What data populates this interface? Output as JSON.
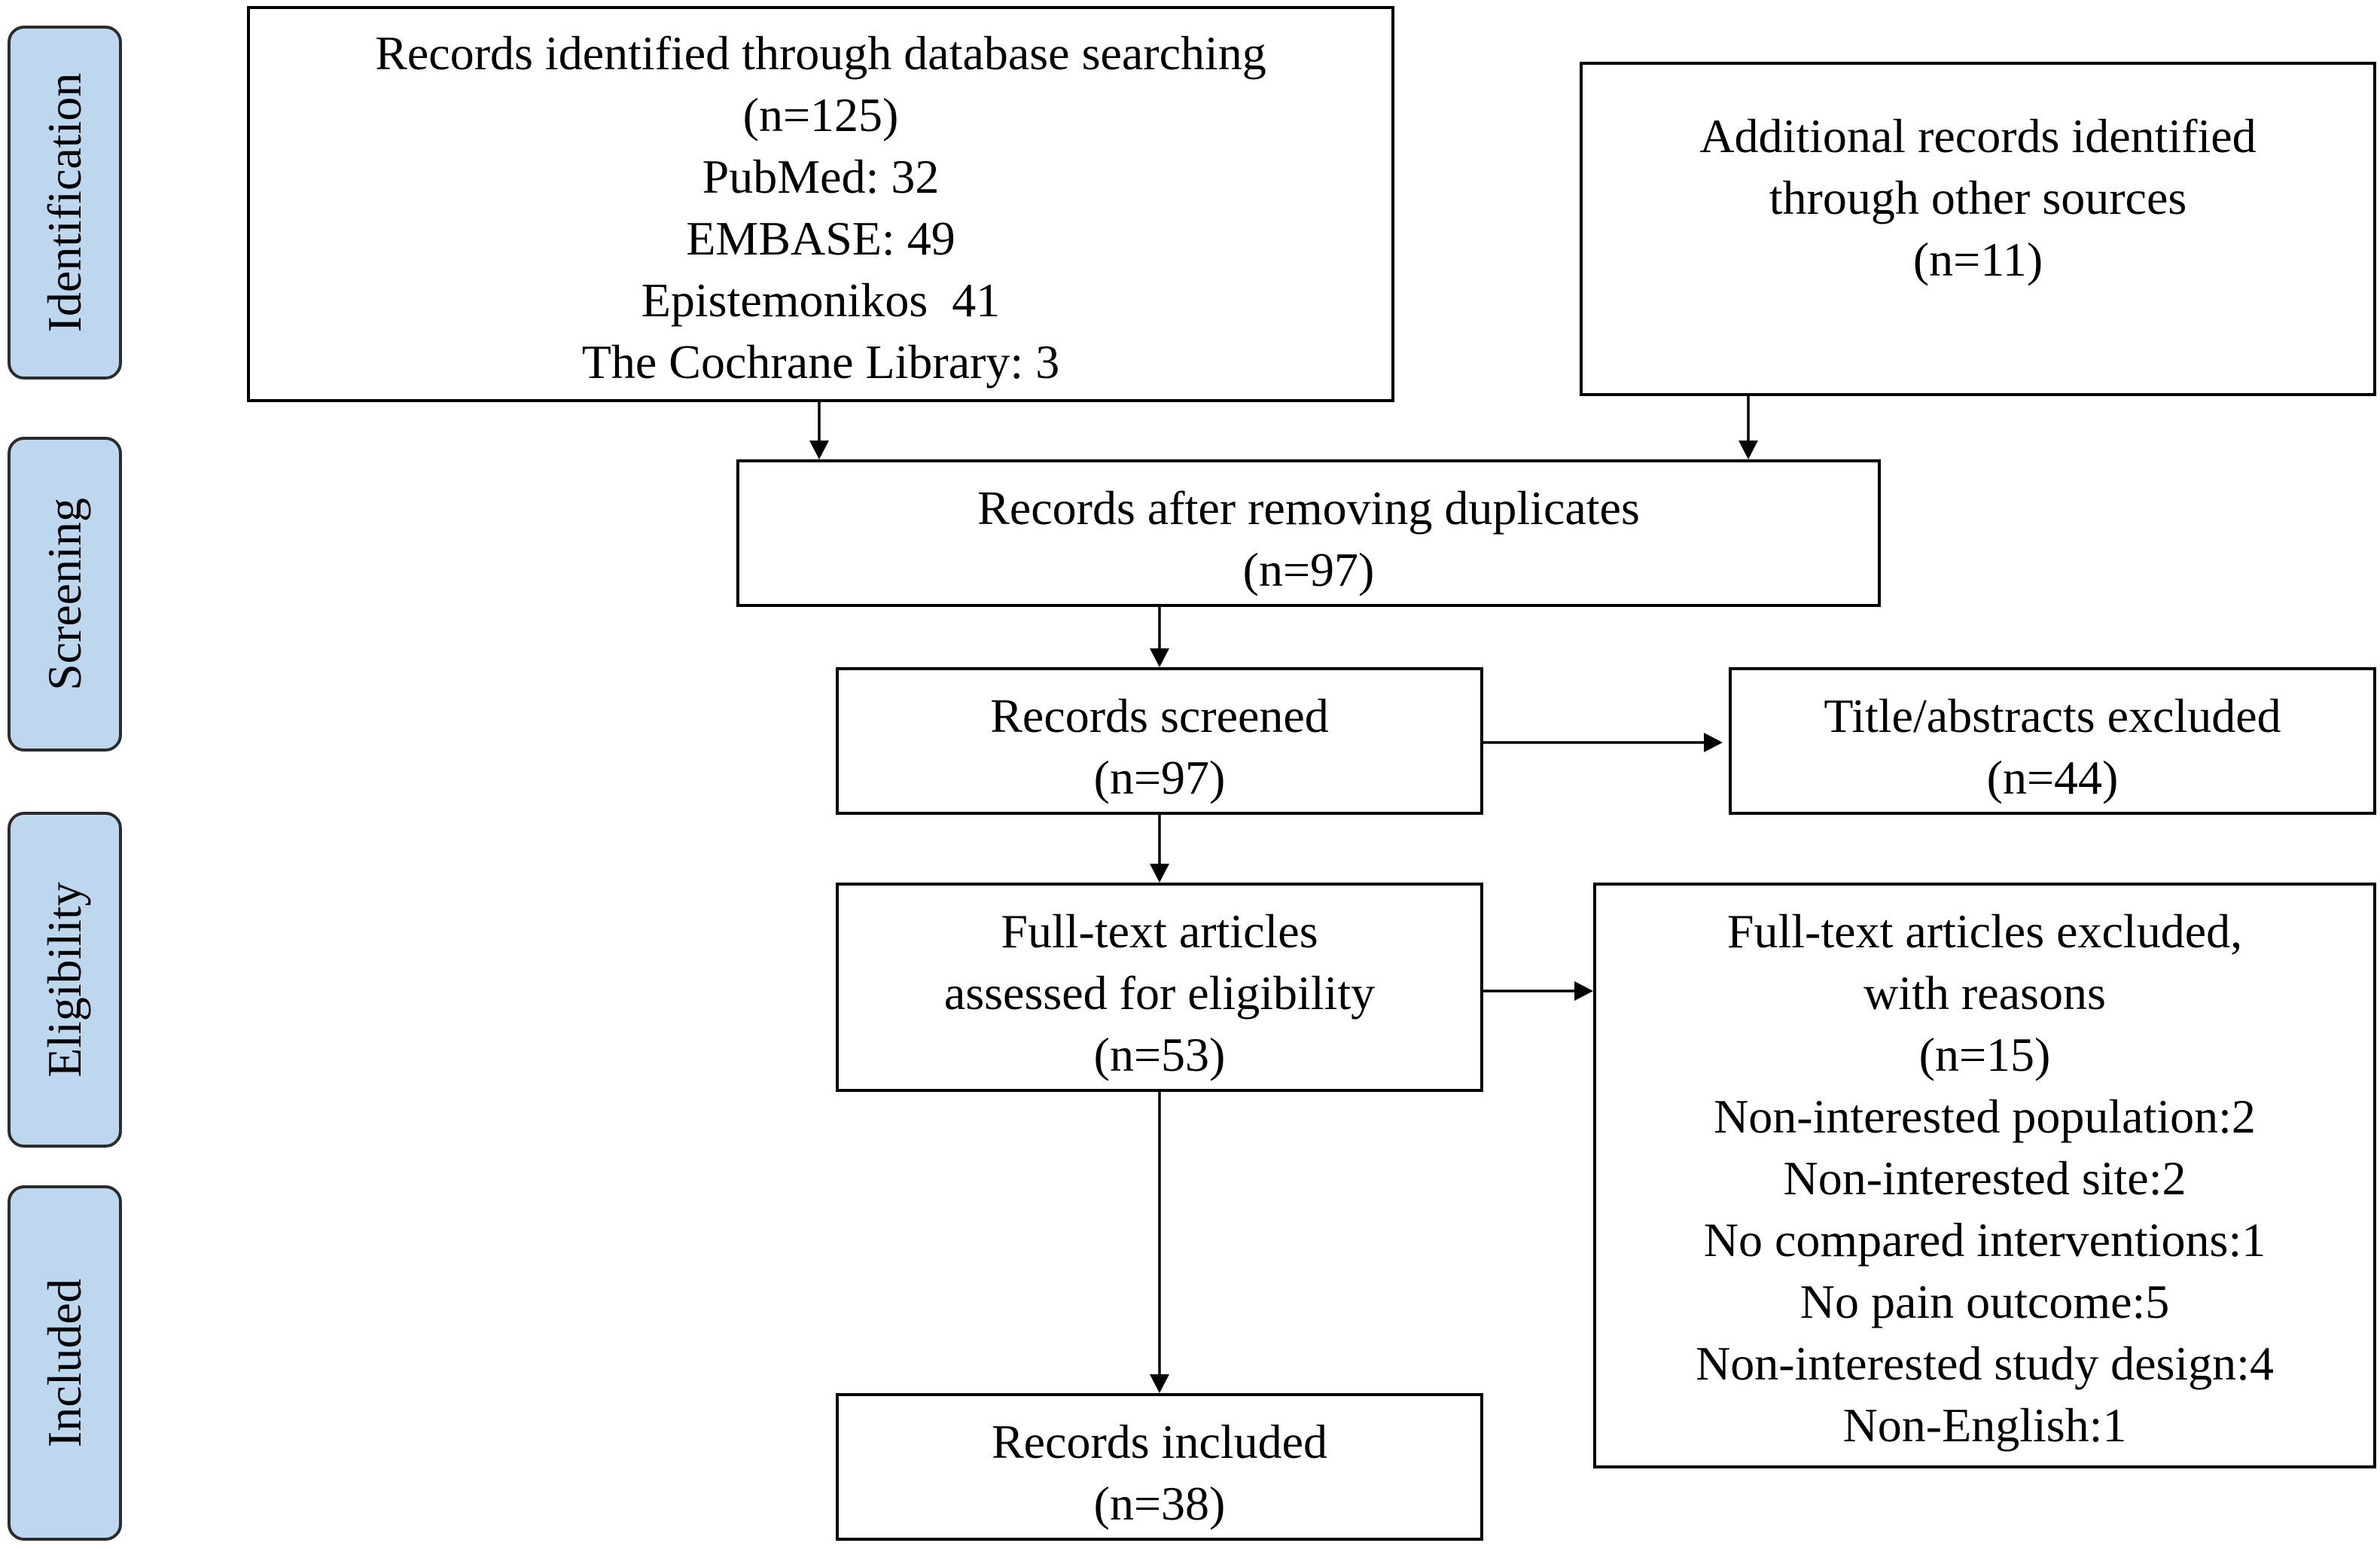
{
  "colors": {
    "stage_fill": "#bdd7ee",
    "stage_border": "#2b2b2b",
    "box_border": "#000000",
    "arrow": "#000000"
  },
  "stages": {
    "identification": "Identification",
    "screening": "Screening",
    "eligibility": "Eligibility",
    "included": "Included"
  },
  "boxes": {
    "database_search": {
      "title": "Records identified through database searching",
      "count": "(n=125)",
      "sources": [
        "PubMed: 32",
        "EMBASE: 49",
        "Epistemonikos  41",
        "The Cochrane Library: 3"
      ]
    },
    "other_sources": {
      "lines": [
        "Additional records identified",
        "through other sources"
      ],
      "count": "(n=11)"
    },
    "deduplicated": {
      "title": "Records after removing duplicates",
      "count": "(n=97)"
    },
    "screened": {
      "title": "Records screened",
      "count": "(n=97)"
    },
    "title_excluded": {
      "title": "Title/abstracts excluded",
      "count": "(n=44)"
    },
    "fulltext_assessed": {
      "lines": [
        "Full-text articles",
        "assessed for eligibility"
      ],
      "count": "(n=53)"
    },
    "fulltext_excluded": {
      "lines": [
        "Full-text articles excluded,",
        "with reasons"
      ],
      "count": "(n=15)",
      "reasons": [
        "Non-interested population:2",
        "Non-interested site:2",
        "No compared interventions:1",
        "No pain outcome:5",
        "Non-interested study design:4",
        "Non-English:1"
      ]
    },
    "included": {
      "title": "Records included",
      "count": "(n=38)"
    }
  }
}
